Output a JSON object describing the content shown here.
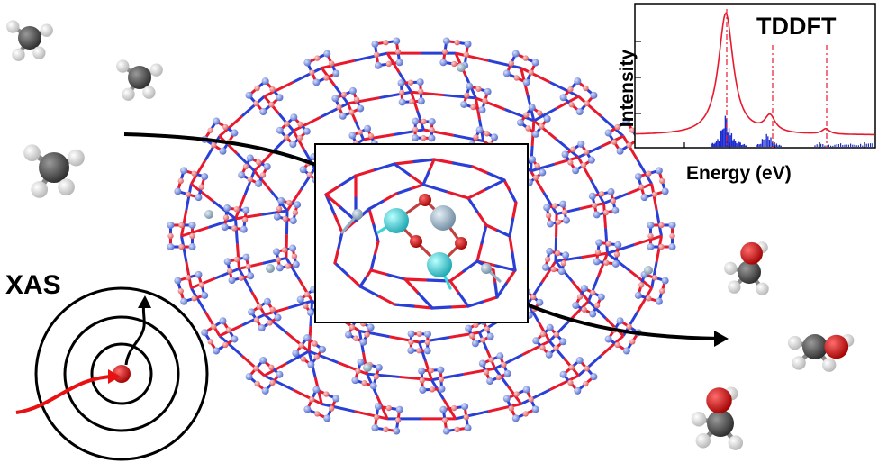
{
  "labels": {
    "xas": "XAS",
    "tddft": "TDDFT",
    "x_axis": "Energy (eV)",
    "y_axis": "Intensity"
  },
  "colors": {
    "framework_bond_red": "#e8192c",
    "framework_bond_blue": "#2a3fd6",
    "oxygen_atom": "#f08a8a",
    "silicon_atom": "#7f9ad9",
    "copper_atom": "#3fd3d8",
    "aluminum_atom": "#8fb0c8",
    "methane_carbon": "#555555",
    "hydrogen": "#eeeeee",
    "methanol_oxygen": "#d81818",
    "spectrum_line": "#e8192c",
    "spectrum_sticks": "#1a2bd0",
    "arrow": "#000000"
  },
  "icons": [
    "methane-molecule",
    "methanol-molecule",
    "zeolite-framework",
    "copper-oxo-cluster",
    "absorption-spectrum",
    "xas-target-rings"
  ]
}
